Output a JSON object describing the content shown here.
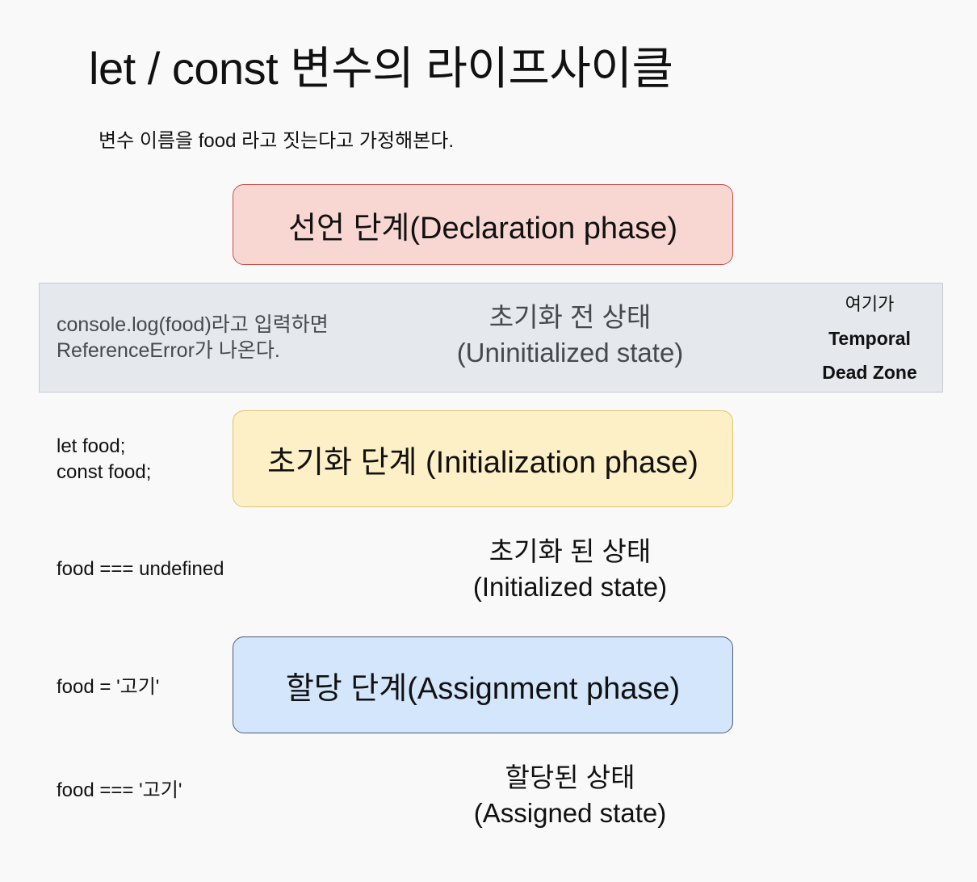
{
  "title": "let / const 변수의 라이프사이클",
  "subtitle": "변수 이름을 food 라고 짓는다고 가정해본다.",
  "phases": {
    "declaration": "선언 단계(Declaration phase)",
    "initialization": "초기화 단계 (Initialization phase)",
    "assignment": "할당 단계(Assignment phase)"
  },
  "states": {
    "uninitialized": [
      "초기화 전 상태",
      "(Uninitialized state)"
    ],
    "initialized": [
      "초기화 된 상태",
      "(Initialized state)"
    ],
    "assigned": [
      "할당된 상태",
      "(Assigned state)"
    ]
  },
  "tdz": {
    "prefix": "여기가",
    "line1": "Temporal",
    "line2": "Dead Zone"
  },
  "notes": {
    "reference_error": [
      "console.log(food)라고 입력하면",
      "ReferenceError가 나온다."
    ],
    "declare": [
      "let food;",
      "const food;"
    ],
    "undefined_check": "food === undefined",
    "assign": "food = '고기'",
    "assigned_check": "food === '고기'"
  },
  "colors": {
    "declaration_fill": "#f8d7d3",
    "declaration_border": "#c9504a",
    "initialization_fill": "#fdf0c6",
    "initialization_border": "#dcc66d",
    "assignment_fill": "#d4e6fb",
    "assignment_border": "#4d5b75",
    "tdz_band": "#e5e8ec"
  }
}
